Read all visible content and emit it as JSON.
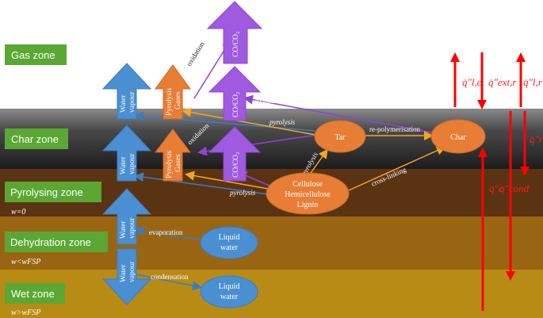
{
  "zones": {
    "gas": "Gas zone",
    "char": "Char zone",
    "pyrolysing": "Pyrolysing zone",
    "pyrolysing_sub": "w=0",
    "dehydration": "Dehydration zone",
    "dehydration_sub": "w<wFSP",
    "wet": "Wet zone",
    "wet_sub": "w>wFSP"
  },
  "nodes": {
    "tar": "Tar",
    "char": "Char",
    "cellulose": [
      "Cellulose",
      "Hemicellulose",
      "Lignin"
    ],
    "liquid_water_1": [
      "Liquid",
      "water"
    ],
    "liquid_water_2": [
      "Liquid",
      "water"
    ]
  },
  "arrows": {
    "water_vapour": [
      "Water",
      "vapour"
    ],
    "pyrolysis_gases": [
      "Pyrolysis",
      "Gases"
    ],
    "co_co2": "CO/CO₂"
  },
  "links": {
    "oxidation_top": "oxidation",
    "oxidation_char": "oxidation",
    "oxidation_mid": "oxidation",
    "pyrolysis_char": "pyrolysis",
    "pyrolysis_mid": "pyrolysis",
    "pyrolysis_up": "pyrolysis",
    "re_polymerisation": "re-polymerisation",
    "cross_linking": "cross-linking",
    "evaporation": "evaporation",
    "condensation": "condensation"
  },
  "heat_flux": {
    "q_lc": "q̇″l,c",
    "q_ext_r": "q̇″ext,r",
    "q_lr": "q̇″l,r",
    "q_c": "q̇″c",
    "q_cond": "q̇″cond",
    "q_r": "q̇″r"
  },
  "colors": {
    "blue_arrow": "#4a8fd1",
    "orange_arrow": "#e87d36",
    "purple_arrow": "#a05ae0",
    "green_label": "#5aa833",
    "red_flux": "#ff0000",
    "char_band": "#3a3a3a",
    "pyrolysing_band": "#5a3312",
    "dehydration_band": "#9a6512",
    "wet_band": "#b88b14"
  }
}
